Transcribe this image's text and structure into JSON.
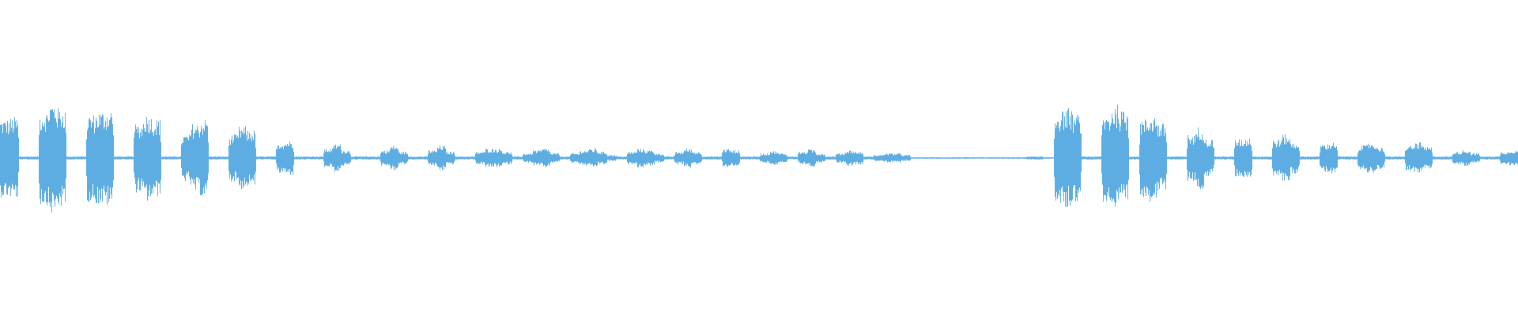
{
  "chart_data": {
    "type": "waveform",
    "title": "",
    "xlabel": "",
    "ylabel": "",
    "ylim": [
      -1,
      1
    ],
    "grid": false,
    "color": "#5dade2",
    "amplitude_envelope": [
      0.25,
      0.26,
      0.01,
      0.01,
      0.3,
      0.36,
      0.32,
      0.01,
      0.01,
      0.28,
      0.3,
      0.31,
      0.01,
      0.01,
      0.22,
      0.28,
      0.25,
      0.01,
      0.01,
      0.15,
      0.22,
      0.25,
      0.01,
      0.01,
      0.15,
      0.2,
      0.18,
      0.01,
      0.01,
      0.1,
      0.11,
      0.01,
      0.01,
      0.01,
      0.06,
      0.09,
      0.05,
      0.01,
      0.01,
      0.01,
      0.05,
      0.08,
      0.04,
      0.01,
      0.01,
      0.05,
      0.08,
      0.04,
      0.01,
      0.01,
      0.04,
      0.06,
      0.06,
      0.04,
      0.01,
      0.03,
      0.05,
      0.06,
      0.03,
      0.01,
      0.03,
      0.05,
      0.06,
      0.04,
      0.02,
      0.01,
      0.04,
      0.06,
      0.05,
      0.03,
      0.01,
      0.04,
      0.06,
      0.04,
      0.01,
      0.01,
      0.06,
      0.05,
      0.01,
      0.01,
      0.03,
      0.045,
      0.03,
      0.01,
      0.04,
      0.055,
      0.03,
      0.01,
      0.03,
      0.05,
      0.04,
      0.01,
      0.02,
      0.03,
      0.03,
      0.02,
      0.005,
      0.005,
      0.005,
      0.005,
      0.005,
      0.005,
      0.005,
      0.005,
      0.005,
      0.005,
      0.005,
      0.005,
      0.01,
      0.01,
      0.005,
      0.3,
      0.32,
      0.28,
      0.01,
      0.01,
      0.28,
      0.34,
      0.3,
      0.01,
      0.25,
      0.28,
      0.22,
      0.01,
      0.01,
      0.15,
      0.2,
      0.12,
      0.01,
      0.01,
      0.12,
      0.13,
      0.01,
      0.01,
      0.12,
      0.15,
      0.1,
      0.01,
      0.01,
      0.09,
      0.1,
      0.01,
      0.01,
      0.08,
      0.1,
      0.07,
      0.01,
      0.01,
      0.08,
      0.1,
      0.07,
      0.01,
      0.01,
      0.04,
      0.05,
      0.03,
      0.01,
      0.01,
      0.04,
      0.05
    ]
  }
}
